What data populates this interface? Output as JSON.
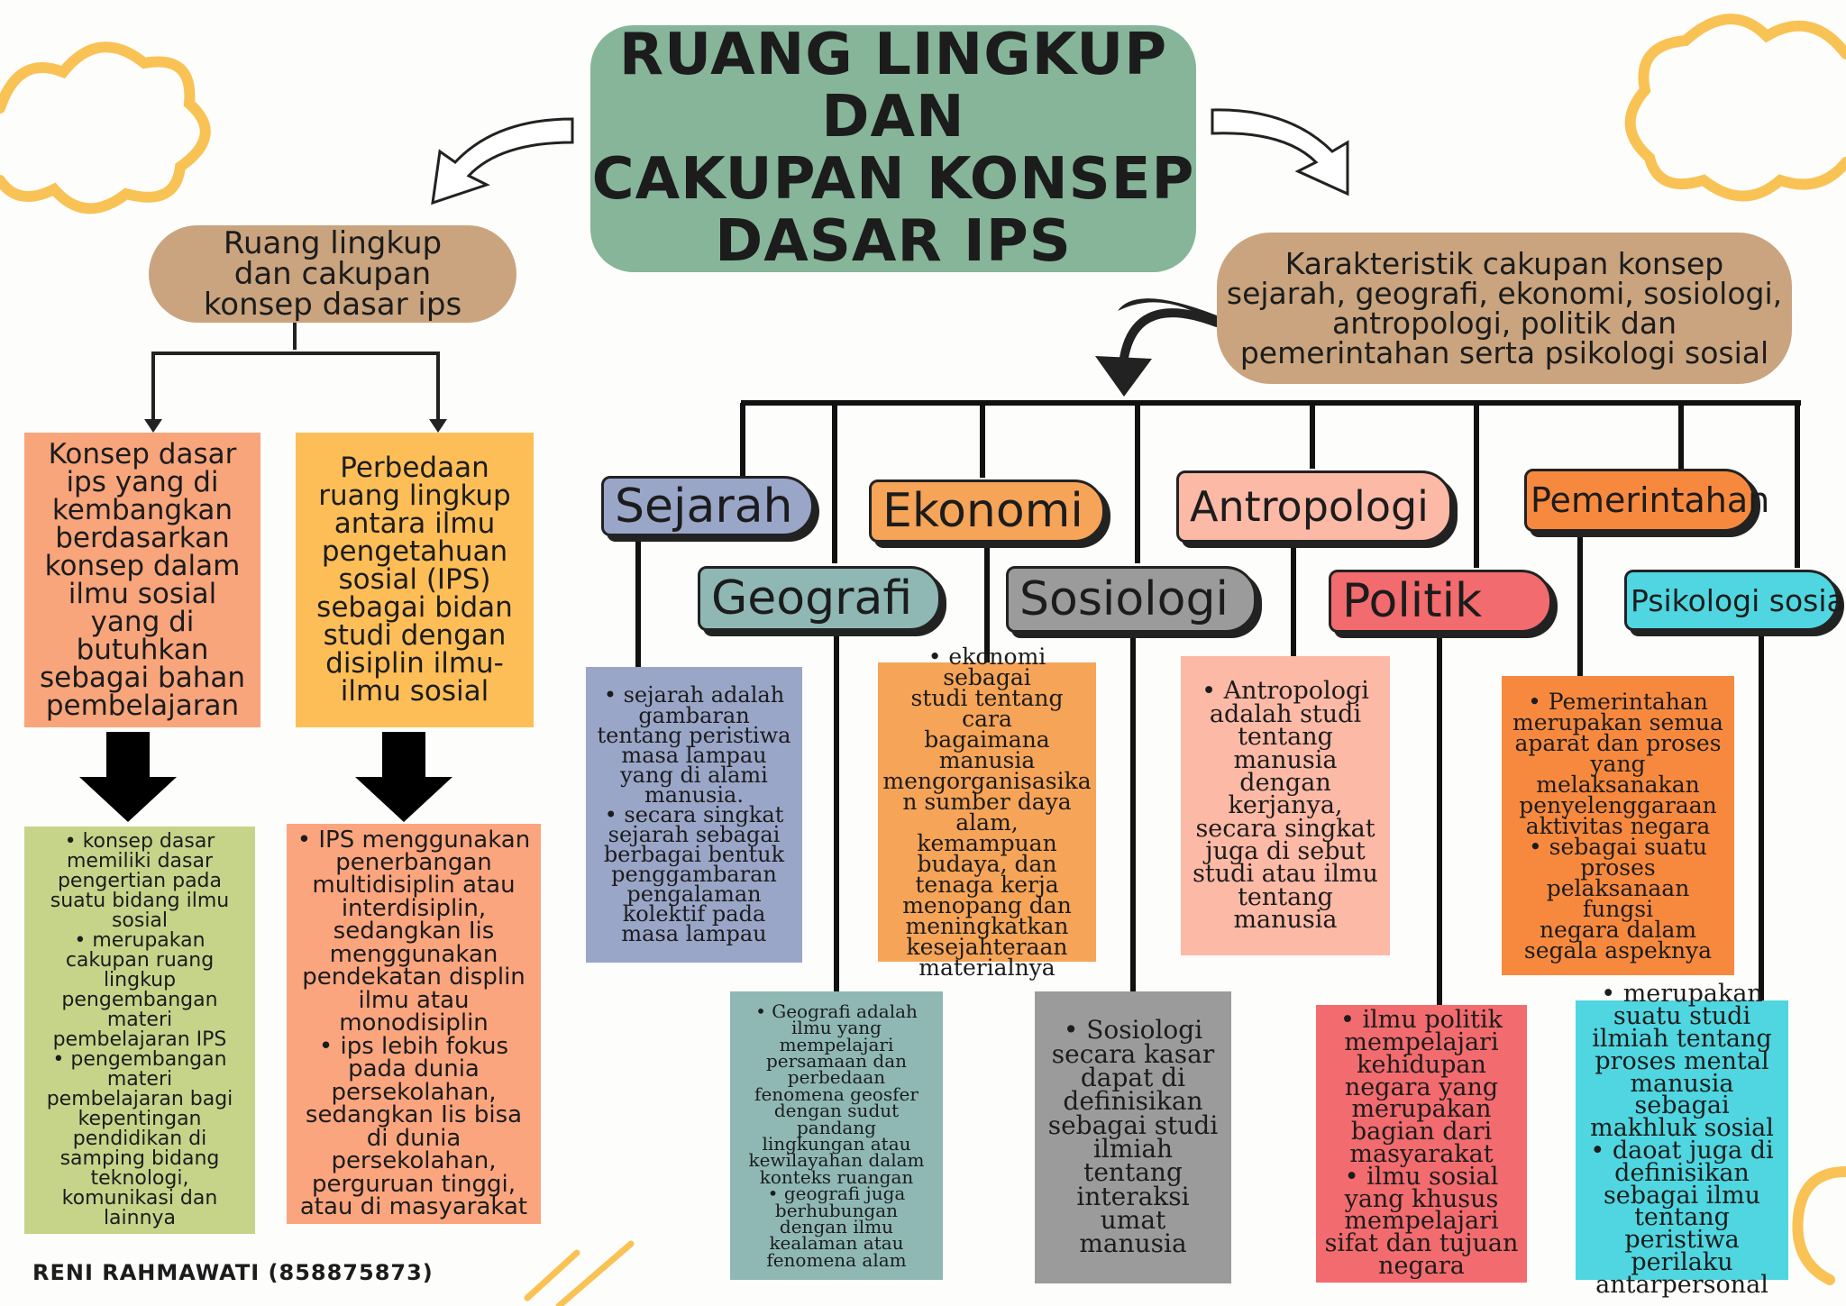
{
  "title": "RUANG LINGKUP DAN\nCAKUPAN KONSEP\nDASAR IPS",
  "left_heading": "Ruang lingkup\ndan cakupan\nkonsep dasar ips",
  "right_heading": "Karakteristik cakupan konsep\nsejarah, geografi, ekonomi, sosiologi,\nantropologi, politik dan\npemerintahan serta psikologi sosial",
  "left_boxes": {
    "konsep": "Konsep dasar\nips yang di\nkembangkan\nberdasarkan\nkonsep dalam\nilmu sosial\nyang di\nbutuhkan\nsebagai bahan\npembelajaran",
    "perbedaan": "Perbedaan\nruang lingkup\nantara ilmu\npengetahuan\nsosial (IPS)\nsebagai bidan\nstudi dengan\ndisiplin ilmu-\nilmu sosial",
    "konsep_detail": "• konsep dasar\nmemiliki dasar\npengertian pada\nsuatu bidang ilmu\nsosial\n• merupakan\ncakupan ruang\nlingkup\npengembangan\nmateri\npembelajaran IPS\n• pengembangan\nmateri\npembelajaran bagi\nkepentingan\npendidikan di\nsamping bidang\nteknologi,\nkomunikasi dan\nlainnya",
    "perbedaan_detail": "• IPS menggunakan\npenerbangan\nmultidisiplin atau\ninterdisiplin,\nsedangkan Iis\nmenggunakan\npendekatan displin\nilmu atau\nmonodisiplin\n• ips lebih fokus\npada dunia\npersekolahan,\nsedangkan Iis bisa\ndi dunia\npersekolahan,\nperguruan tinggi,\natau di masyarakat"
  },
  "topics": {
    "sejarah": {
      "label": "Sejarah",
      "desc": "• sejarah adalah\ngambaran\ntentang peristiwa\nmasa lampau\nyang di alami\nmanusia.\n• secara singkat\nsejarah sebagai\nberbagai bentuk\npenggambaran\npengalaman\nkolektif pada\nmasa lampau"
    },
    "geografi": {
      "label": "Geografi",
      "desc": "• Geografi adalah\nilmu yang\nmempelajari\npersamaan dan\nperbedaan\nfenomena geosfer\ndengan sudut\npandang\nlingkungan atau\nkewilayahan dalam\nkonteks ruangan\n• geografi juga\nberhubungan\ndengan ilmu\nkealaman atau\nfenomena alam"
    },
    "ekonomi": {
      "label": "Ekonomi",
      "desc": "• ekonomi sebagai\nstudi tentang cara\nbagaimana\nmanusia\nmengorganisasika\nn sumber daya\nalam, kemampuan\nbudaya, dan\ntenaga kerja\nmenopang dan\nmeningkatkan\nkesejahteraan\nmaterialnya"
    },
    "sosiologi": {
      "label": "Sosiologi",
      "desc": "• Sosiologi\nsecara kasar\ndapat di\ndefinisikan\nsebagai studi\nilmiah\ntentang\ninteraksi\numat\nmanusia"
    },
    "antropologi": {
      "label": "Antropologi",
      "desc": "• Antropologi\nadalah studi\ntentang\nmanusia\ndengan\nkerjanya,\nsecara singkat\njuga di sebut\nstudi atau ilmu\ntentang\nmanusia"
    },
    "politik": {
      "label": "Politik",
      "desc": "• ilmu politik\nmempelajari\nkehidupan\nnegara yang\nmerupakan\nbagian dari\nmasyarakat\n• ilmu sosial\nyang khusus\nmempelajari\nsifat dan tujuan\nnegara"
    },
    "pemerintahan": {
      "label": "Pemerintahan",
      "desc": "• Pemerintahan\nmerupakan semua\naparat dan proses\nyang\nmelaksanakan\npenyelenggaraan\naktivitas negara\n• sebagai suatu\nproses\npelaksanaan fungsi\nnegara dalam\nsegala aspeknya"
    },
    "psikologi": {
      "label": "Psikologi sosial",
      "desc": "• merupakan\nsuatu studi\nilmiah tentang\nproses mental\nmanusia sebagai\nmakhluk sosial\n• daoat juga di\ndefinisikan\nsebagai ilmu\ntentang peristiwa\nperilaku\nantarpersonal"
    }
  },
  "credit": "RENI RAHMAWATI (858875873)",
  "colors": {
    "title": "#86b59a",
    "pill": "#c9a47e",
    "konsep": "#f8a57c",
    "perbedaan": "#fdbe58",
    "konsep_detail": "#c6d48a",
    "perbedaan_detail": "#fba57f",
    "sejarah": "#9aa6c8",
    "geografi": "#8fb8b5",
    "ekonomi": "#f6a458",
    "sosiologi": "#9b9b9b",
    "antropologi": "#fcb9a6",
    "politik": "#f26b6e",
    "pemerintahan": "#f7893f",
    "psikologi": "#4fd6e0",
    "cloud": "#f9c255"
  }
}
